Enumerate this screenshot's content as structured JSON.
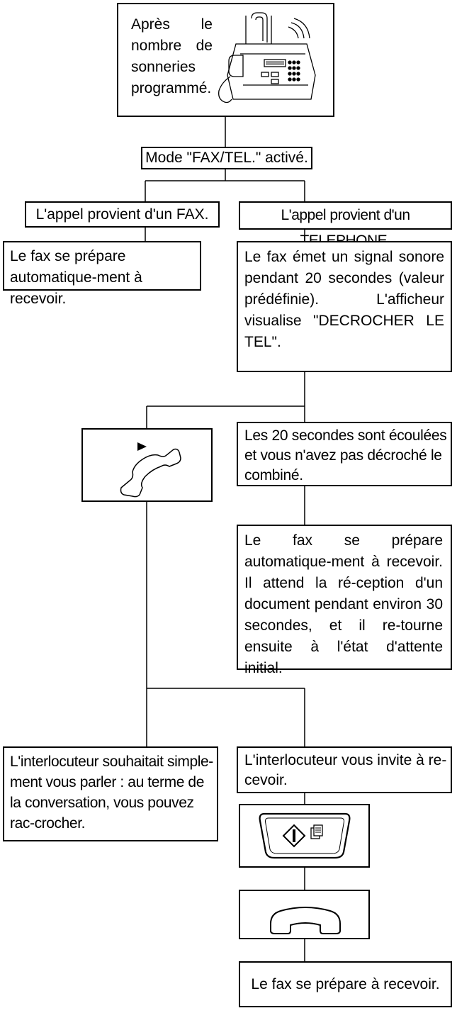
{
  "boxes": {
    "start": "Après le nombre de sonneries programmé.",
    "mode": "Mode \"FAX/TEL.\" activé.",
    "fax_call": "L'appel provient d'un FAX.",
    "tel_call": "L'appel provient d'un TELEPHONE.",
    "fax_prepares": "Le fax se prépare automatique-ment à recevoir.",
    "beep": "Le fax émet un signal sonore pendant 20 secondes (valeur prédéfinie). L'afficheur visualise \"DECROCHER LE TEL\".",
    "timeout": "Les 20 secondes sont écoulées et vous n'avez pas décroché le combiné.",
    "auto_receive": "Le fax se prépare automatique-ment à recevoir. Il attend la ré-ception d'un document pendant environ 30 secondes, et il re-tourne ensuite à l'état d'attente initial.",
    "just_talk": "L'interlocuteur souhaitait simple-ment vous parler : au terme de la conversation, vous pouvez rac-crocher.",
    "invite": "L'interlocuteur vous invite à re-cevoir.",
    "final": "Le fax se prépare à recevoir."
  },
  "icons": {
    "fax_machine": "fax-machine-illustration",
    "lift_handset": "handset-lift-icon",
    "start_key": "start-copy-key-icon",
    "hang_up": "handset-hangup-icon"
  }
}
